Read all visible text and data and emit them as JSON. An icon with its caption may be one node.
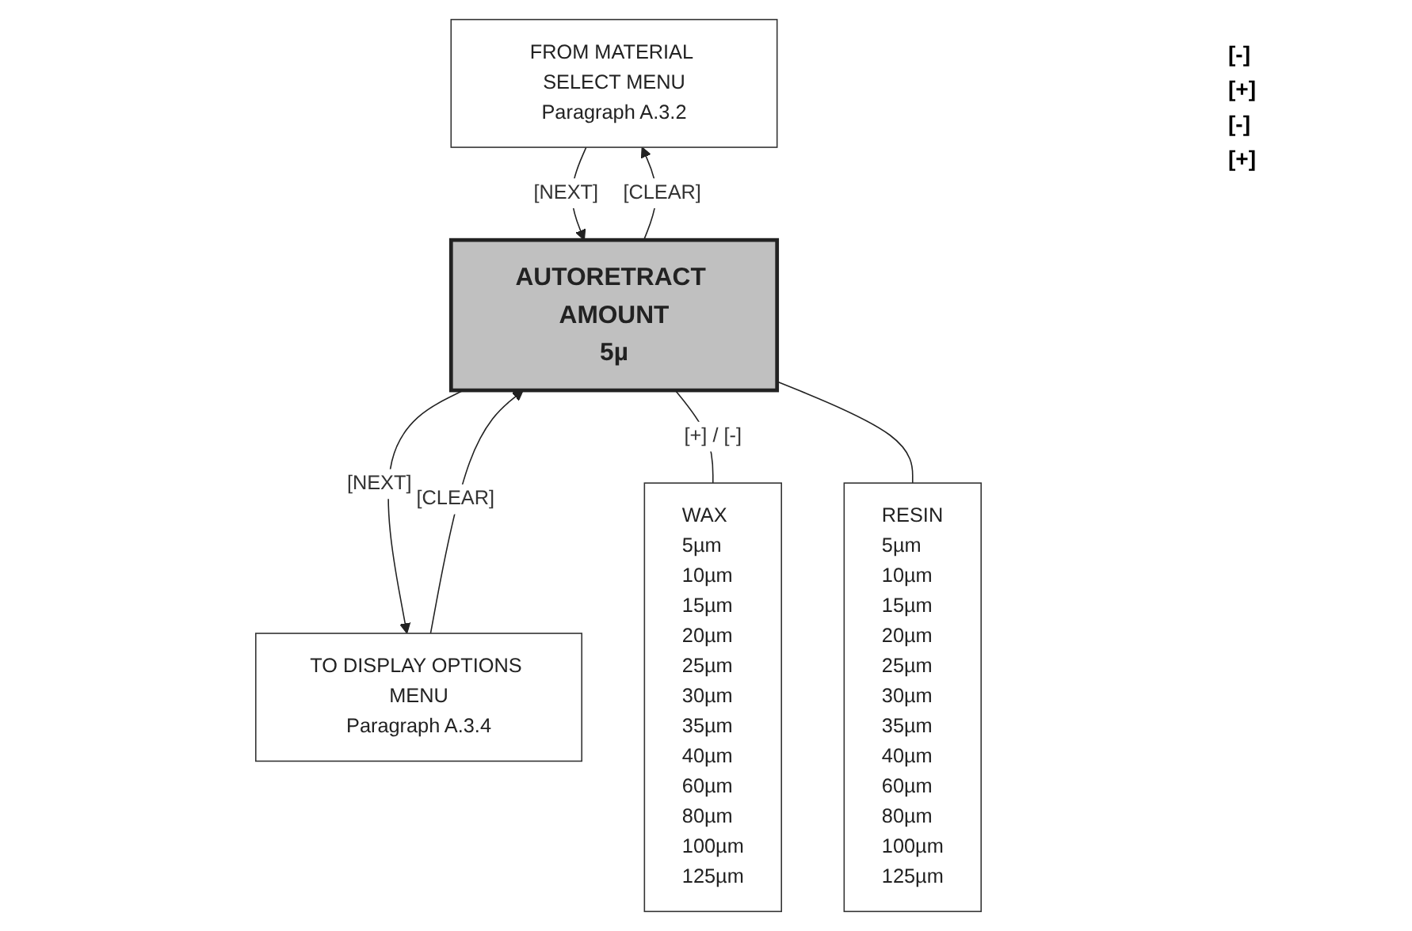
{
  "diagram": {
    "nodes": [
      {
        "text": [
          "FROM MATERIAL SELECT MENU",
          "Paragraph A.3.2"
        ]
      },
      {
        "text": [
          "AUTORETRACT AMOUNT",
          "5µ"
        ]
      },
      {
        "text": [
          "TO DISPLAY OPTIONS MENU",
          "Paragraph A.3.4"
        ]
      },
      {
        "text": [
          "WAX",
          "5µm",
          "10µm",
          "15µm",
          "20µm",
          "25µm",
          "30µm",
          "35µm",
          "40µm",
          "60µm",
          "80µm",
          "100µm",
          "125µm"
        ]
      },
      {
        "text": [
          "RESIN",
          "5µm",
          "10µm",
          "15µm",
          "20µm",
          "25µm",
          "30µm",
          "35µm",
          "40µm",
          "60µm",
          "80µm",
          "100µm",
          "125µm"
        ]
      }
    ],
    "edges": [
      {
        "from": 0,
        "to": 1,
        "arrow": "to",
        "label": "[NEXT]"
      },
      {
        "from": 1,
        "to": 0,
        "arrow": "to",
        "label": "[CLEAR]"
      },
      {
        "from": 1,
        "to": 2,
        "arrow": "to",
        "label": "[NEXT]"
      },
      {
        "from": 2,
        "to": 1,
        "arrow": "to",
        "label": "[CLEAR]"
      },
      {
        "from": 1,
        "to": 3,
        "arrow": "none",
        "label": "[+] / [-]"
      },
      {
        "from": 1,
        "to": 4,
        "arrow": "none"
      }
    ],
    "labels": [
      "[-]",
      "[+]",
      "[-]",
      "[+]"
    ]
  }
}
